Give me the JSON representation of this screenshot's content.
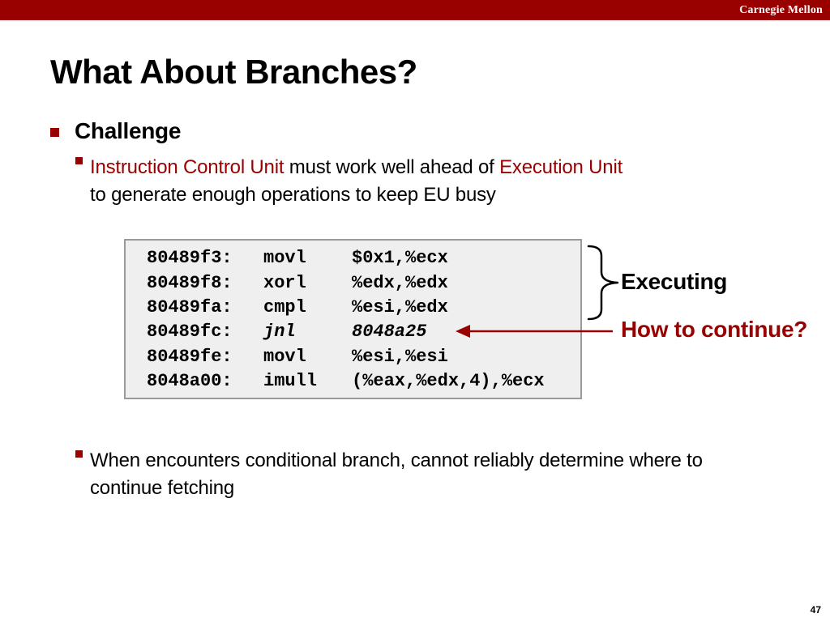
{
  "header": {
    "brand": "Carnegie Mellon",
    "bar_color": "#990000"
  },
  "title": "What About Branches?",
  "bullet": {
    "label": "Challenge",
    "items": [
      {
        "lines": [
          [
            {
              "text": "Instruction Control Unit",
              "accent": true
            },
            {
              "text": " must work well ahead of ",
              "accent": false
            },
            {
              "text": "Execution Unit",
              "accent": true
            }
          ],
          [
            {
              "text": "to generate enough operations to keep EU busy",
              "accent": false
            }
          ]
        ]
      },
      {
        "lines": [
          [
            {
              "text": "When encounters conditional branch, cannot reliably determine where to",
              "accent": false
            }
          ],
          [
            {
              "text": "continue fetching",
              "accent": false
            }
          ]
        ]
      }
    ]
  },
  "code": {
    "lines": [
      {
        "address": "80489f3:",
        "op": "movl",
        "args": "$0x1,%ecx",
        "italic": false
      },
      {
        "address": "80489f8:",
        "op": "xorl",
        "args": "%edx,%edx",
        "italic": false
      },
      {
        "address": "80489fa:",
        "op": "cmpl",
        "args": "%esi,%edx",
        "italic": false
      },
      {
        "address": "80489fc:",
        "op": "jnl",
        "args": "8048a25",
        "italic": true
      },
      {
        "address": "80489fe:",
        "op": "movl",
        "args": "%esi,%esi",
        "italic": false
      },
      {
        "address": "8048a00:",
        "op": "imull",
        "args": "(%eax,%edx,4),%ecx",
        "italic": false
      }
    ]
  },
  "annotations": {
    "executing": "Executing",
    "continue": "How to continue?"
  },
  "colors": {
    "accent": "#990000",
    "code_background": "#efefef",
    "code_border": "#9a9a9a"
  },
  "page_number": "47"
}
